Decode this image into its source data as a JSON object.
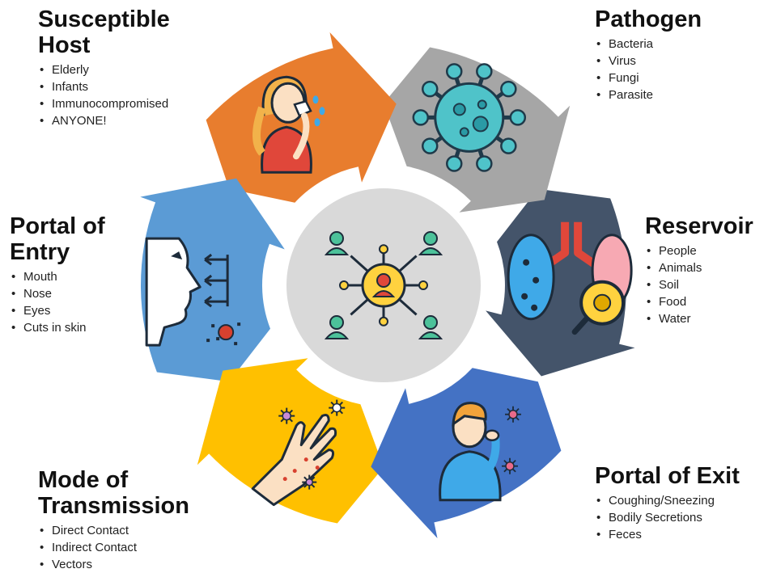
{
  "center_label": "",
  "sections": {
    "susceptible_host": {
      "title": [
        "Susceptible",
        "Host"
      ],
      "items": [
        "Elderly",
        "Infants",
        "Immunocompromised",
        "ANYONE!"
      ],
      "color": "#E87D2E",
      "icon": "person-wiping-nose-icon"
    },
    "pathogen": {
      "title": [
        "Pathogen"
      ],
      "items": [
        "Bacteria",
        "Virus",
        "Fungi",
        "Parasite"
      ],
      "color": "#A6A6A6",
      "icon": "virus-icon"
    },
    "reservoir": {
      "title": [
        "Reservoir"
      ],
      "items": [
        "People",
        "Animals",
        "Soil",
        "Food",
        "Water"
      ],
      "color": "#44546A",
      "icon": "lungs-magnifier-icon"
    },
    "portal_of_exit": {
      "title": [
        "Portal of Exit"
      ],
      "items": [
        "Coughing/Sneezing",
        "Bodily Secretions",
        "Feces"
      ],
      "color": "#4472C4",
      "icon": "person-coughing-icon"
    },
    "mode_of_transmission": {
      "title": [
        "Mode of",
        "Transmission"
      ],
      "items": [
        "Direct Contact",
        "Indirect Contact",
        "Vectors"
      ],
      "color": "#FFC000",
      "icon": "germ-hand-icon"
    },
    "portal_of_entry": {
      "title": [
        "Portal of",
        "Entry"
      ],
      "items": [
        "Mouth",
        "Nose",
        "Eyes",
        "Cuts in skin"
      ],
      "color": "#5B9BD5",
      "icon": "face-profile-icon"
    }
  },
  "center": {
    "color": "#D9D9D9",
    "icon": "network-spread-icon"
  }
}
